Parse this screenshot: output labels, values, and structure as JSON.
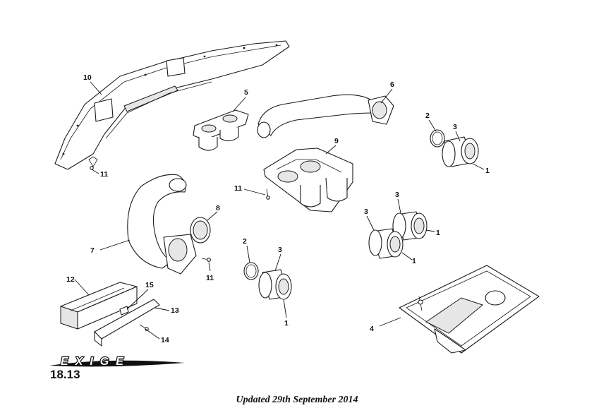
{
  "brand": {
    "logo_text": "EXIGE"
  },
  "section": {
    "number": "18.13"
  },
  "footer": {
    "updated": "Updated 29th September 2014"
  },
  "callouts": [
    "10",
    "11",
    "5",
    "6",
    "2",
    "3",
    "1",
    "9",
    "11",
    "8",
    "7",
    "11",
    "3",
    "1",
    "3",
    "1",
    "2",
    "3",
    "1",
    "12",
    "15",
    "13",
    "14",
    "4"
  ]
}
